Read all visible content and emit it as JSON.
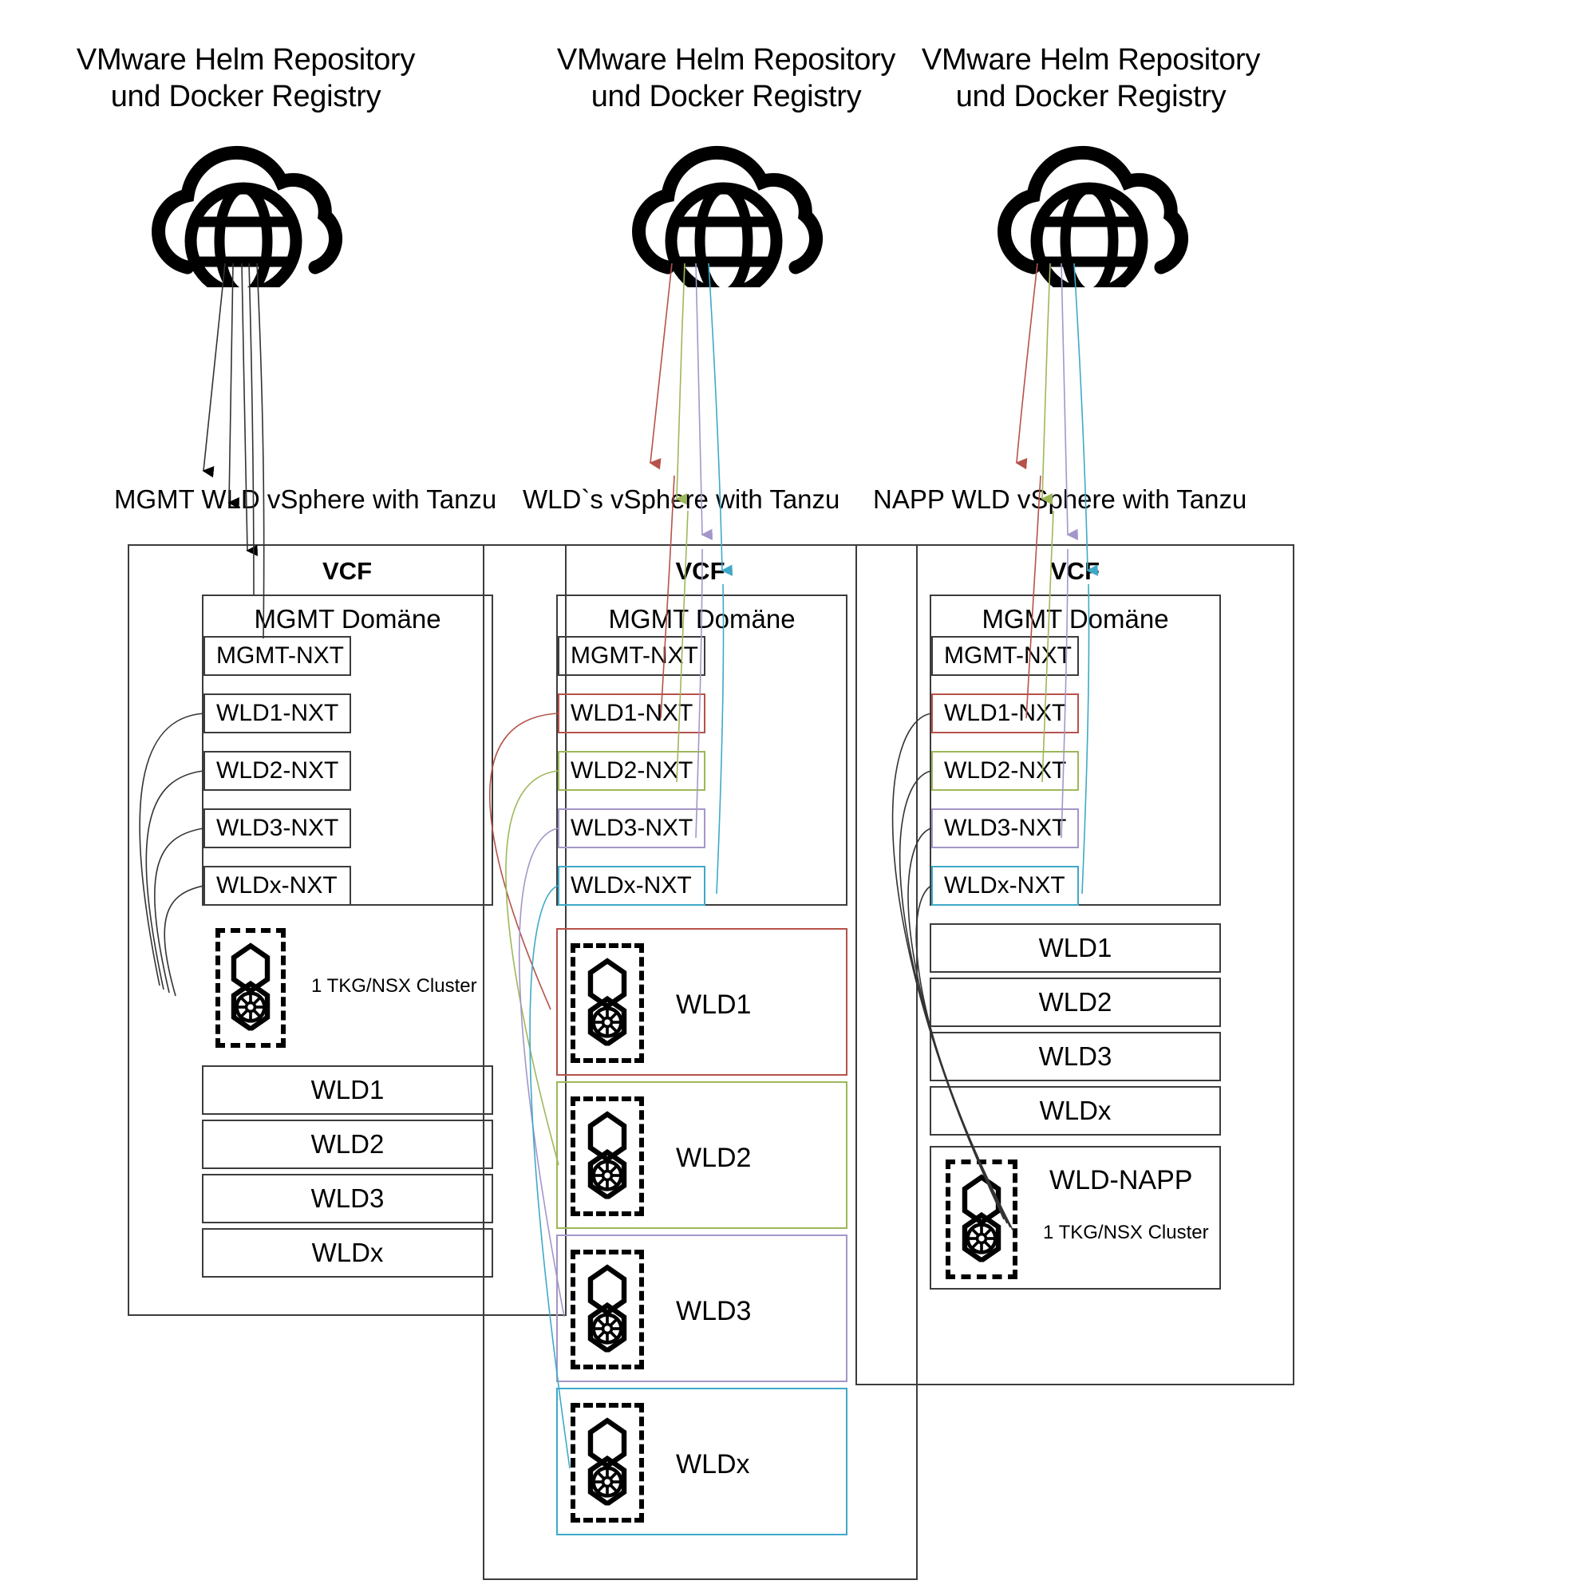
{
  "diagram": {
    "title_lines": "VMware Helm Repository\nund Docker Registry",
    "colors": {
      "wld1": "#b5524a",
      "wld2": "#9db85a",
      "wld3": "#a496c8",
      "wldx": "#3fa9c9",
      "outline": "#3c3c3c",
      "link_neutral": "#444444"
    },
    "columns": [
      {
        "id": "col-1",
        "cloud_title": "VMware Helm Repository\nund Docker Registry",
        "cloud_icon": "cloud-globe-icon",
        "tanzu_label": "MGMT WLD vSphere with Tanzu",
        "vcf_title": "VCF",
        "mgmt_domain_title": "MGMT Domäne",
        "nxt_rows": [
          {
            "label": "MGMT-NXT",
            "color": "#3c3c3c"
          },
          {
            "label": "WLD1-NXT",
            "color": "#3c3c3c"
          },
          {
            "label": "WLD2-NXT",
            "color": "#3c3c3c"
          },
          {
            "label": "WLD3-NXT",
            "color": "#3c3c3c"
          },
          {
            "label": "WLDx-NXT",
            "color": "#3c3c3c"
          }
        ],
        "clusters": [
          {
            "title": "",
            "subtitle": "1 TKG/NSX Cluster",
            "color": "#3c3c3c",
            "icon": "tkg-k8s-cluster-icon"
          }
        ],
        "wld_rows": [
          {
            "label": "WLD1"
          },
          {
            "label": "WLD2"
          },
          {
            "label": "WLD3"
          },
          {
            "label": "WLDx"
          }
        ]
      },
      {
        "id": "col-2",
        "cloud_title": "VMware Helm Repository\nund Docker Registry",
        "cloud_icon": "cloud-globe-icon",
        "tanzu_label": "WLD`s vSphere with Tanzu",
        "vcf_title": "VCF",
        "mgmt_domain_title": "MGMT Domäne",
        "nxt_rows": [
          {
            "label": "MGMT-NXT",
            "color": "#3c3c3c"
          },
          {
            "label": "WLD1-NXT",
            "color": "#b5524a"
          },
          {
            "label": "WLD2-NXT",
            "color": "#9db85a"
          },
          {
            "label": "WLD3-NXT",
            "color": "#a496c8"
          },
          {
            "label": "WLDx-NXT",
            "color": "#3fa9c9"
          }
        ],
        "clusters": [
          {
            "title": "WLD1",
            "subtitle": "",
            "color": "#b5524a",
            "icon": "tkg-k8s-cluster-icon"
          },
          {
            "title": "WLD2",
            "subtitle": "",
            "color": "#9db85a",
            "icon": "tkg-k8s-cluster-icon"
          },
          {
            "title": "WLD3",
            "subtitle": "",
            "color": "#a496c8",
            "icon": "tkg-k8s-cluster-icon"
          },
          {
            "title": "WLDx",
            "subtitle": "",
            "color": "#3fa9c9",
            "icon": "tkg-k8s-cluster-icon"
          }
        ],
        "wld_rows": []
      },
      {
        "id": "col-3",
        "cloud_title": "VMware Helm Repository\nund Docker Registry",
        "cloud_icon": "cloud-globe-icon",
        "tanzu_label": "NAPP WLD vSphere with Tanzu",
        "vcf_title": "VCF",
        "mgmt_domain_title": "MGMT Domäne",
        "nxt_rows": [
          {
            "label": "MGMT-NXT",
            "color": "#3c3c3c"
          },
          {
            "label": "WLD1-NXT",
            "color": "#b5524a"
          },
          {
            "label": "WLD2-NXT",
            "color": "#9db85a"
          },
          {
            "label": "WLD3-NXT",
            "color": "#a496c8"
          },
          {
            "label": "WLDx-NXT",
            "color": "#3fa9c9"
          }
        ],
        "clusters": [
          {
            "title": "WLD-NAPP",
            "subtitle": "1 TKG/NSX Cluster",
            "color": "#3c3c3c",
            "icon": "tkg-k8s-cluster-icon"
          }
        ],
        "wld_rows": [
          {
            "label": "WLD1"
          },
          {
            "label": "WLD2"
          },
          {
            "label": "WLD3"
          },
          {
            "label": "WLDx"
          }
        ]
      }
    ]
  }
}
